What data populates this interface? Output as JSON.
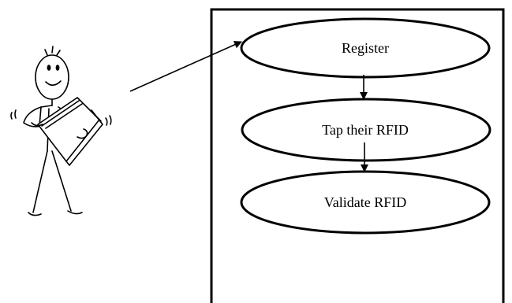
{
  "diagram": {
    "actor": {
      "icon": "stick-figure-holding-book-icon"
    },
    "use_cases": [
      {
        "label": "Register"
      },
      {
        "label": "Tap their RFID"
      },
      {
        "label": "Validate RFID"
      }
    ],
    "colors": {
      "stroke": "#000000",
      "background": "#ffffff"
    }
  }
}
